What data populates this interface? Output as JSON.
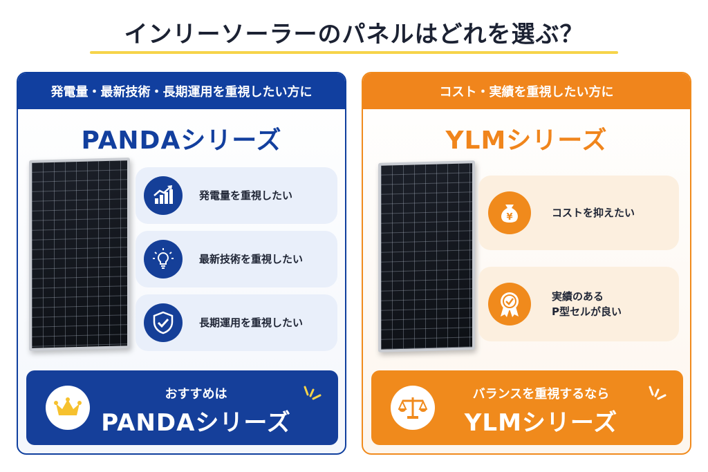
{
  "title": "インリーソーラーのパネルはどれを選ぶ？",
  "colors": {
    "blue": "#123f9e",
    "orange": "#f0851c",
    "yellow": "#f6d44a"
  },
  "left": {
    "header": "発電量・最新技術・長期運用を重視したい方に",
    "series": "PANDAシリーズ",
    "features": [
      {
        "icon": "bar-chart-growth-icon",
        "label": "発電量を重視したい"
      },
      {
        "icon": "lightbulb-icon",
        "label": "最新技術を重視したい"
      },
      {
        "icon": "shield-check-icon",
        "label": "長期運用を重視したい"
      }
    ],
    "recommend": {
      "icon": "crown-icon",
      "sub": "おすすめは",
      "main": "PANDAシリーズ"
    }
  },
  "right": {
    "header": "コスト・実績を重視したい方に",
    "series": "YLMシリーズ",
    "features": [
      {
        "icon": "yen-money-bag-icon",
        "label": "コストを抑えたい"
      },
      {
        "icon": "award-badge-icon",
        "label_line1": "実績のある",
        "label_line2": "P型セルが良い"
      }
    ],
    "recommend": {
      "icon": "balance-scale-icon",
      "sub": "バランスを重視するなら",
      "main": "YLMシリーズ"
    }
  }
}
